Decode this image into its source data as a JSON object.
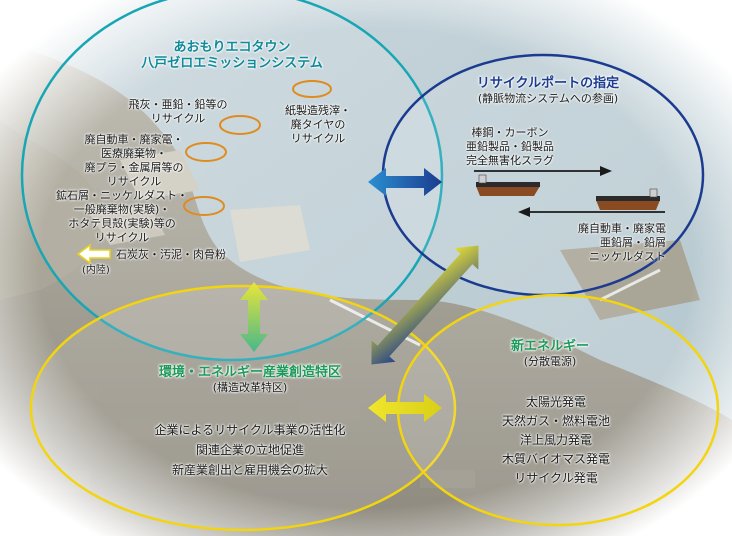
{
  "aomori": {
    "title_line1": "あおもりエコタウン",
    "title_line2": "八戸ゼロエミッションシステム",
    "items": [
      {
        "lines": [
          "飛灰・亜鉛・鉛等の",
          "リサイクル"
        ]
      },
      {
        "lines": [
          "紙製造残滓・",
          "廃タイヤの",
          "リサイクル"
        ]
      },
      {
        "lines": [
          "廃自動車・廃家電・",
          "医療廃棄物・",
          "廃プラ・金属屑等の",
          "リサイクル"
        ]
      },
      {
        "lines": [
          "鉱石屑・ニッケルダスト・",
          "一般廃棄物(実験)・",
          "ホタテ貝殻(実験)等の",
          "リサイクル"
        ]
      }
    ],
    "inland_item": "石炭灰・汚泥・肉骨粉",
    "inland_label": "(内陸)"
  },
  "port": {
    "title": "リサイクルポートの指定",
    "subtitle": "(静脈物流システムへの参画)",
    "outbound": [
      "棒鋼・カーボン",
      "亜鉛製品・鉛製品",
      "完全無害化スラグ"
    ],
    "inbound": [
      "廃自動車・廃家電",
      "亜鉛屑・鉛屑",
      "ニッケルダスト"
    ]
  },
  "zone": {
    "title": "環境・エネルギー産業創造特区",
    "subtitle": "(構造改革特区)",
    "items": [
      "企業によるリサイクル事業の活性化",
      "関連企業の立地促進",
      "新産業創出と雇用機会の拡大"
    ]
  },
  "energy": {
    "title": "新エネルギー",
    "subtitle": "(分散電源)",
    "items": [
      "太陽光発電",
      "天然ガス・燃料電池",
      "洋上風力発電",
      "木質バイオマス発電",
      "リサイクル発電"
    ]
  },
  "colors": {
    "teal": "#18a6b5",
    "navy": "#1b3b8f",
    "yellow": "#f2d40f",
    "orange": "#e08b1e",
    "arrow_green": "#48b88a",
    "arrow_yellow": "#e9e53a"
  }
}
